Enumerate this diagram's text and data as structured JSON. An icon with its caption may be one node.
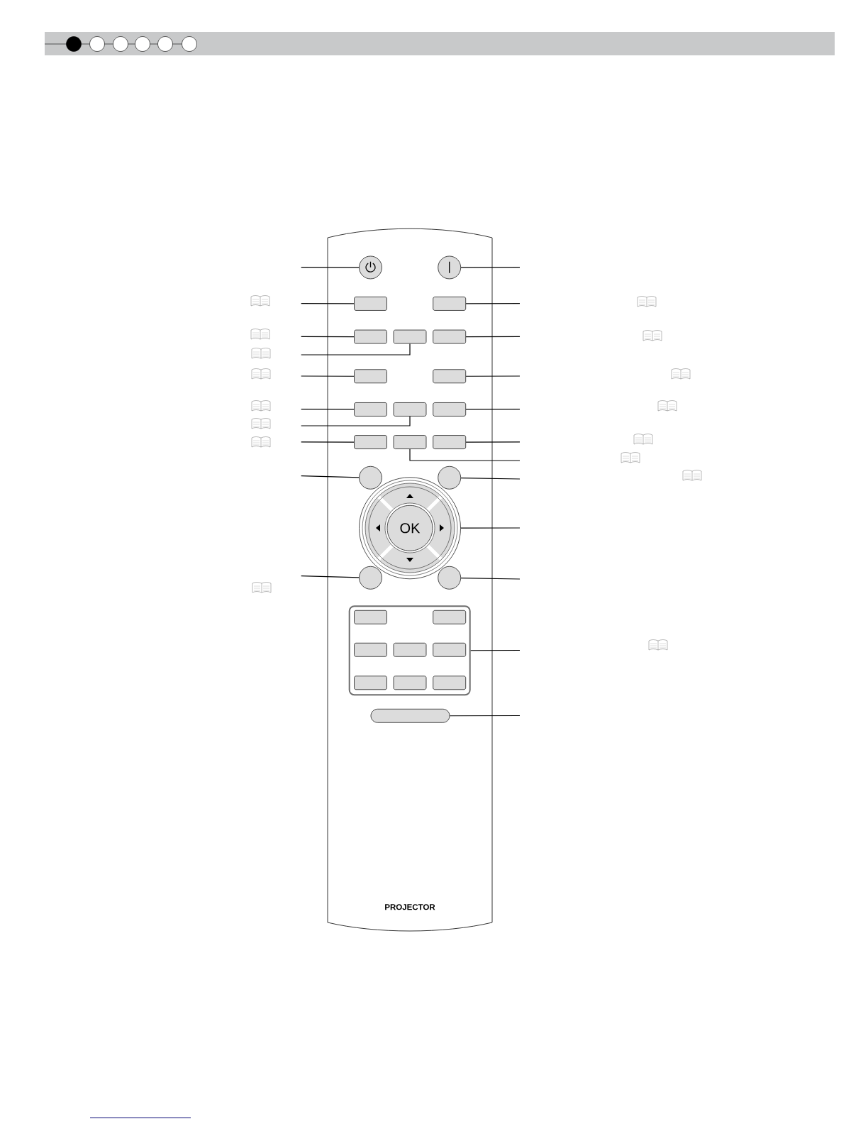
{
  "diagram": {
    "nodes": [
      {
        "text": [
          "PROJECTOR"
        ]
      },
      {
        "text": [],
        "shape": "circle",
        "in": 0
      },
      {
        "text": [],
        "shape": "circle",
        "in": 0
      },
      {
        "text": [],
        "shape": "box",
        "in": 0
      },
      {
        "text": [],
        "shape": "box",
        "in": 0
      },
      {
        "text": [],
        "shape": "box",
        "in": 0
      },
      {
        "text": [],
        "shape": "box",
        "in": 0
      },
      {
        "text": [],
        "shape": "box",
        "in": 0
      },
      {
        "text": [],
        "shape": "box",
        "in": 0
      },
      {
        "text": [],
        "shape": "box",
        "in": 0
      },
      {
        "text": [],
        "shape": "box",
        "in": 0
      },
      {
        "text": [],
        "shape": "box",
        "in": 0
      },
      {
        "text": [],
        "shape": "box",
        "in": 0
      },
      {
        "text": [],
        "shape": "box",
        "in": 0
      },
      {
        "text": [],
        "shape": "box",
        "in": 0
      },
      {
        "text": [],
        "shape": "box",
        "in": 0
      },
      {
        "text": [],
        "shape": "circle",
        "in": 0
      },
      {
        "text": [],
        "shape": "circle",
        "in": 0
      },
      {
        "text": [],
        "shape": "circle",
        "in": 0
      },
      {
        "text": [
          "OK"
        ],
        "in": 18
      },
      {
        "text": [],
        "shape": "circle",
        "in": 0
      },
      {
        "text": [],
        "shape": "circle",
        "in": 0
      },
      {
        "text": [],
        "shape": "box",
        "in": 0
      },
      {
        "text": [],
        "shape": "box",
        "in": 22
      },
      {
        "text": [],
        "shape": "box",
        "in": 22
      },
      {
        "text": [],
        "shape": "box",
        "in": 22
      },
      {
        "text": [],
        "shape": "box",
        "in": 22
      },
      {
        "text": [],
        "shape": "box",
        "in": 22
      },
      {
        "text": [],
        "shape": "box",
        "in": 22
      },
      {
        "text": [],
        "shape": "box",
        "in": 22
      },
      {
        "text": [],
        "shape": "box",
        "in": 22
      },
      {
        "text": [],
        "shape": "box",
        "in": 0
      }
    ],
    "edges": [
      {
        "from": null,
        "to": 1,
        "arrow": "none"
      },
      {
        "from": null,
        "to": 3,
        "arrow": "none"
      },
      {
        "from": null,
        "to": 5,
        "arrow": "none"
      },
      {
        "from": null,
        "to": 6,
        "arrow": "none"
      },
      {
        "from": null,
        "to": 8,
        "arrow": "none"
      },
      {
        "from": null,
        "to": 10,
        "arrow": "none"
      },
      {
        "from": null,
        "to": 11,
        "arrow": "none"
      },
      {
        "from": null,
        "to": 13,
        "arrow": "none"
      },
      {
        "from": null,
        "to": 16,
        "arrow": "none"
      },
      {
        "from": null,
        "to": 20,
        "arrow": "none"
      },
      {
        "from": null,
        "to": 2,
        "arrow": "none"
      },
      {
        "from": null,
        "to": 4,
        "arrow": "none"
      },
      {
        "from": null,
        "to": 7,
        "arrow": "none"
      },
      {
        "from": null,
        "to": 9,
        "arrow": "none"
      },
      {
        "from": null,
        "to": 12,
        "arrow": "none"
      },
      {
        "from": null,
        "to": 15,
        "arrow": "none"
      },
      {
        "from": null,
        "to": 14,
        "arrow": "none"
      },
      {
        "from": null,
        "to": 17,
        "arrow": "none"
      },
      {
        "from": null,
        "to": 18,
        "arrow": "none"
      },
      {
        "from": null,
        "to": 21,
        "arrow": "none"
      },
      {
        "from": null,
        "to": 22,
        "arrow": "none"
      },
      {
        "from": null,
        "to": 31,
        "arrow": "none"
      }
    ]
  }
}
